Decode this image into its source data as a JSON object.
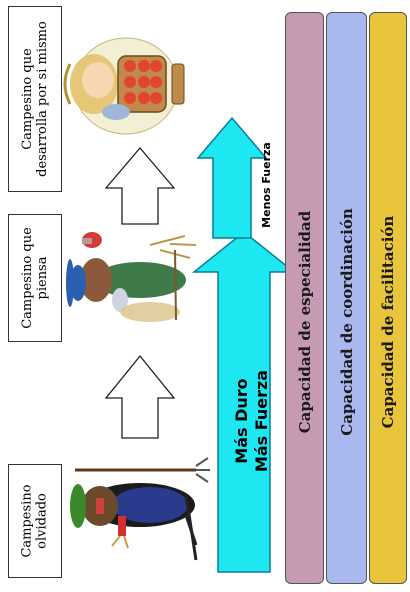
{
  "stages": [
    {
      "label": "Campesino\nolvidado"
    },
    {
      "label": "Campesino que\npiensa"
    },
    {
      "label": "Campesino que\ndesarrolla por si mismo"
    }
  ],
  "big_arrow": {
    "line1": "Más Duro",
    "line2": "Más Fuerza"
  },
  "small_arrow": {
    "text": "Menos Fuerza"
  },
  "bars": [
    {
      "label": "Capacidad de especialidad",
      "color": "#c79ab4"
    },
    {
      "label": "Capacidad de coordinación",
      "color": "#a9b9f0"
    },
    {
      "label": "Capacidad de facilitación",
      "color": "#e8c53a"
    }
  ],
  "colors": {
    "arrow_fill": "#1de7f0",
    "arrow_stroke": "#0a7f96"
  }
}
